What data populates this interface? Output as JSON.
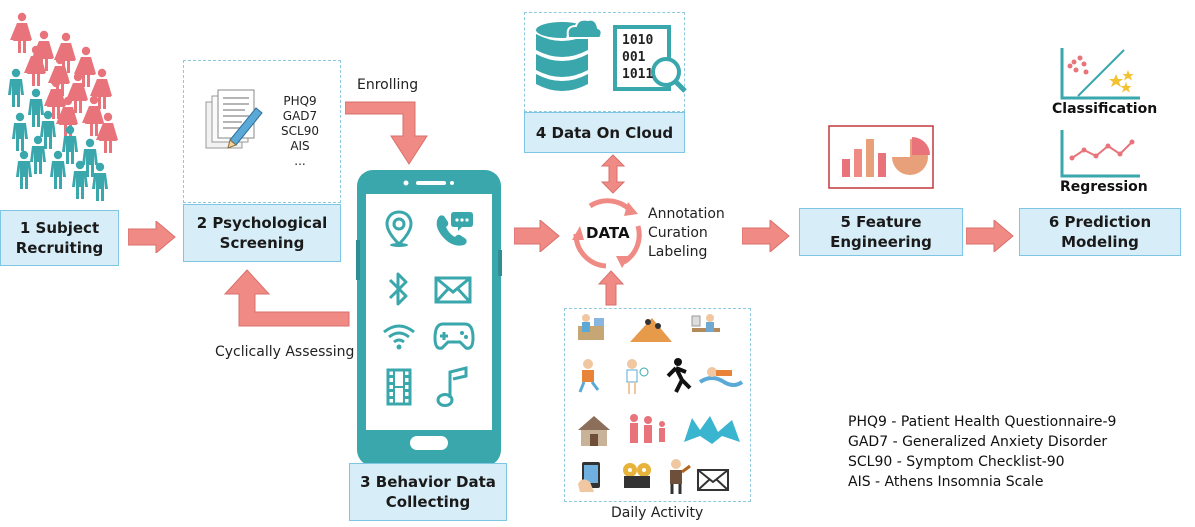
{
  "stages": {
    "s1": [
      "1 Subject",
      "Recruiting"
    ],
    "s2": [
      "2 Psychological",
      "Screening"
    ],
    "s3": [
      "3 Behavior Data",
      "Collecting"
    ],
    "s4": "4 Data On Cloud",
    "s5": [
      "5 Feature",
      "Engineering"
    ],
    "s6": [
      "6 Prediction",
      "Modeling"
    ]
  },
  "scales": [
    "PHQ9",
    "GAD7",
    "SCL90",
    "AIS",
    "..."
  ],
  "flow_labels": {
    "enrolling": "Enrolling",
    "cyclic": "Cyclically Assessing",
    "daily": "Daily Activity"
  },
  "data_hub": {
    "center": "DATA",
    "annotations": [
      "Annotation",
      "Curation",
      "Labeling"
    ]
  },
  "cloud_binary": [
    "1010",
    "001",
    "1011"
  ],
  "model_labels": {
    "classification": "Classification",
    "regression": "Regression"
  },
  "legend": [
    "PHQ9 - Patient Health Questionnaire-9",
    "GAD7 - Generalized Anxiety Disorder",
    "SCL90 - Symptom Checklist-90",
    "AIS - Athens Insomnia Scale"
  ],
  "colors": {
    "box_fill": "#d7eef8",
    "box_border": "#7ec6e3",
    "arrow": "#f08a84",
    "teal": "#3aa7ad",
    "people_red": "#e8737a",
    "people_teal": "#3aa7ad"
  },
  "icons": {
    "phone_apps": [
      "location-icon",
      "phone-chat-icon",
      "bluetooth-icon",
      "mail-icon",
      "wifi-icon",
      "gamepad-icon",
      "film-icon",
      "music-icon"
    ]
  }
}
